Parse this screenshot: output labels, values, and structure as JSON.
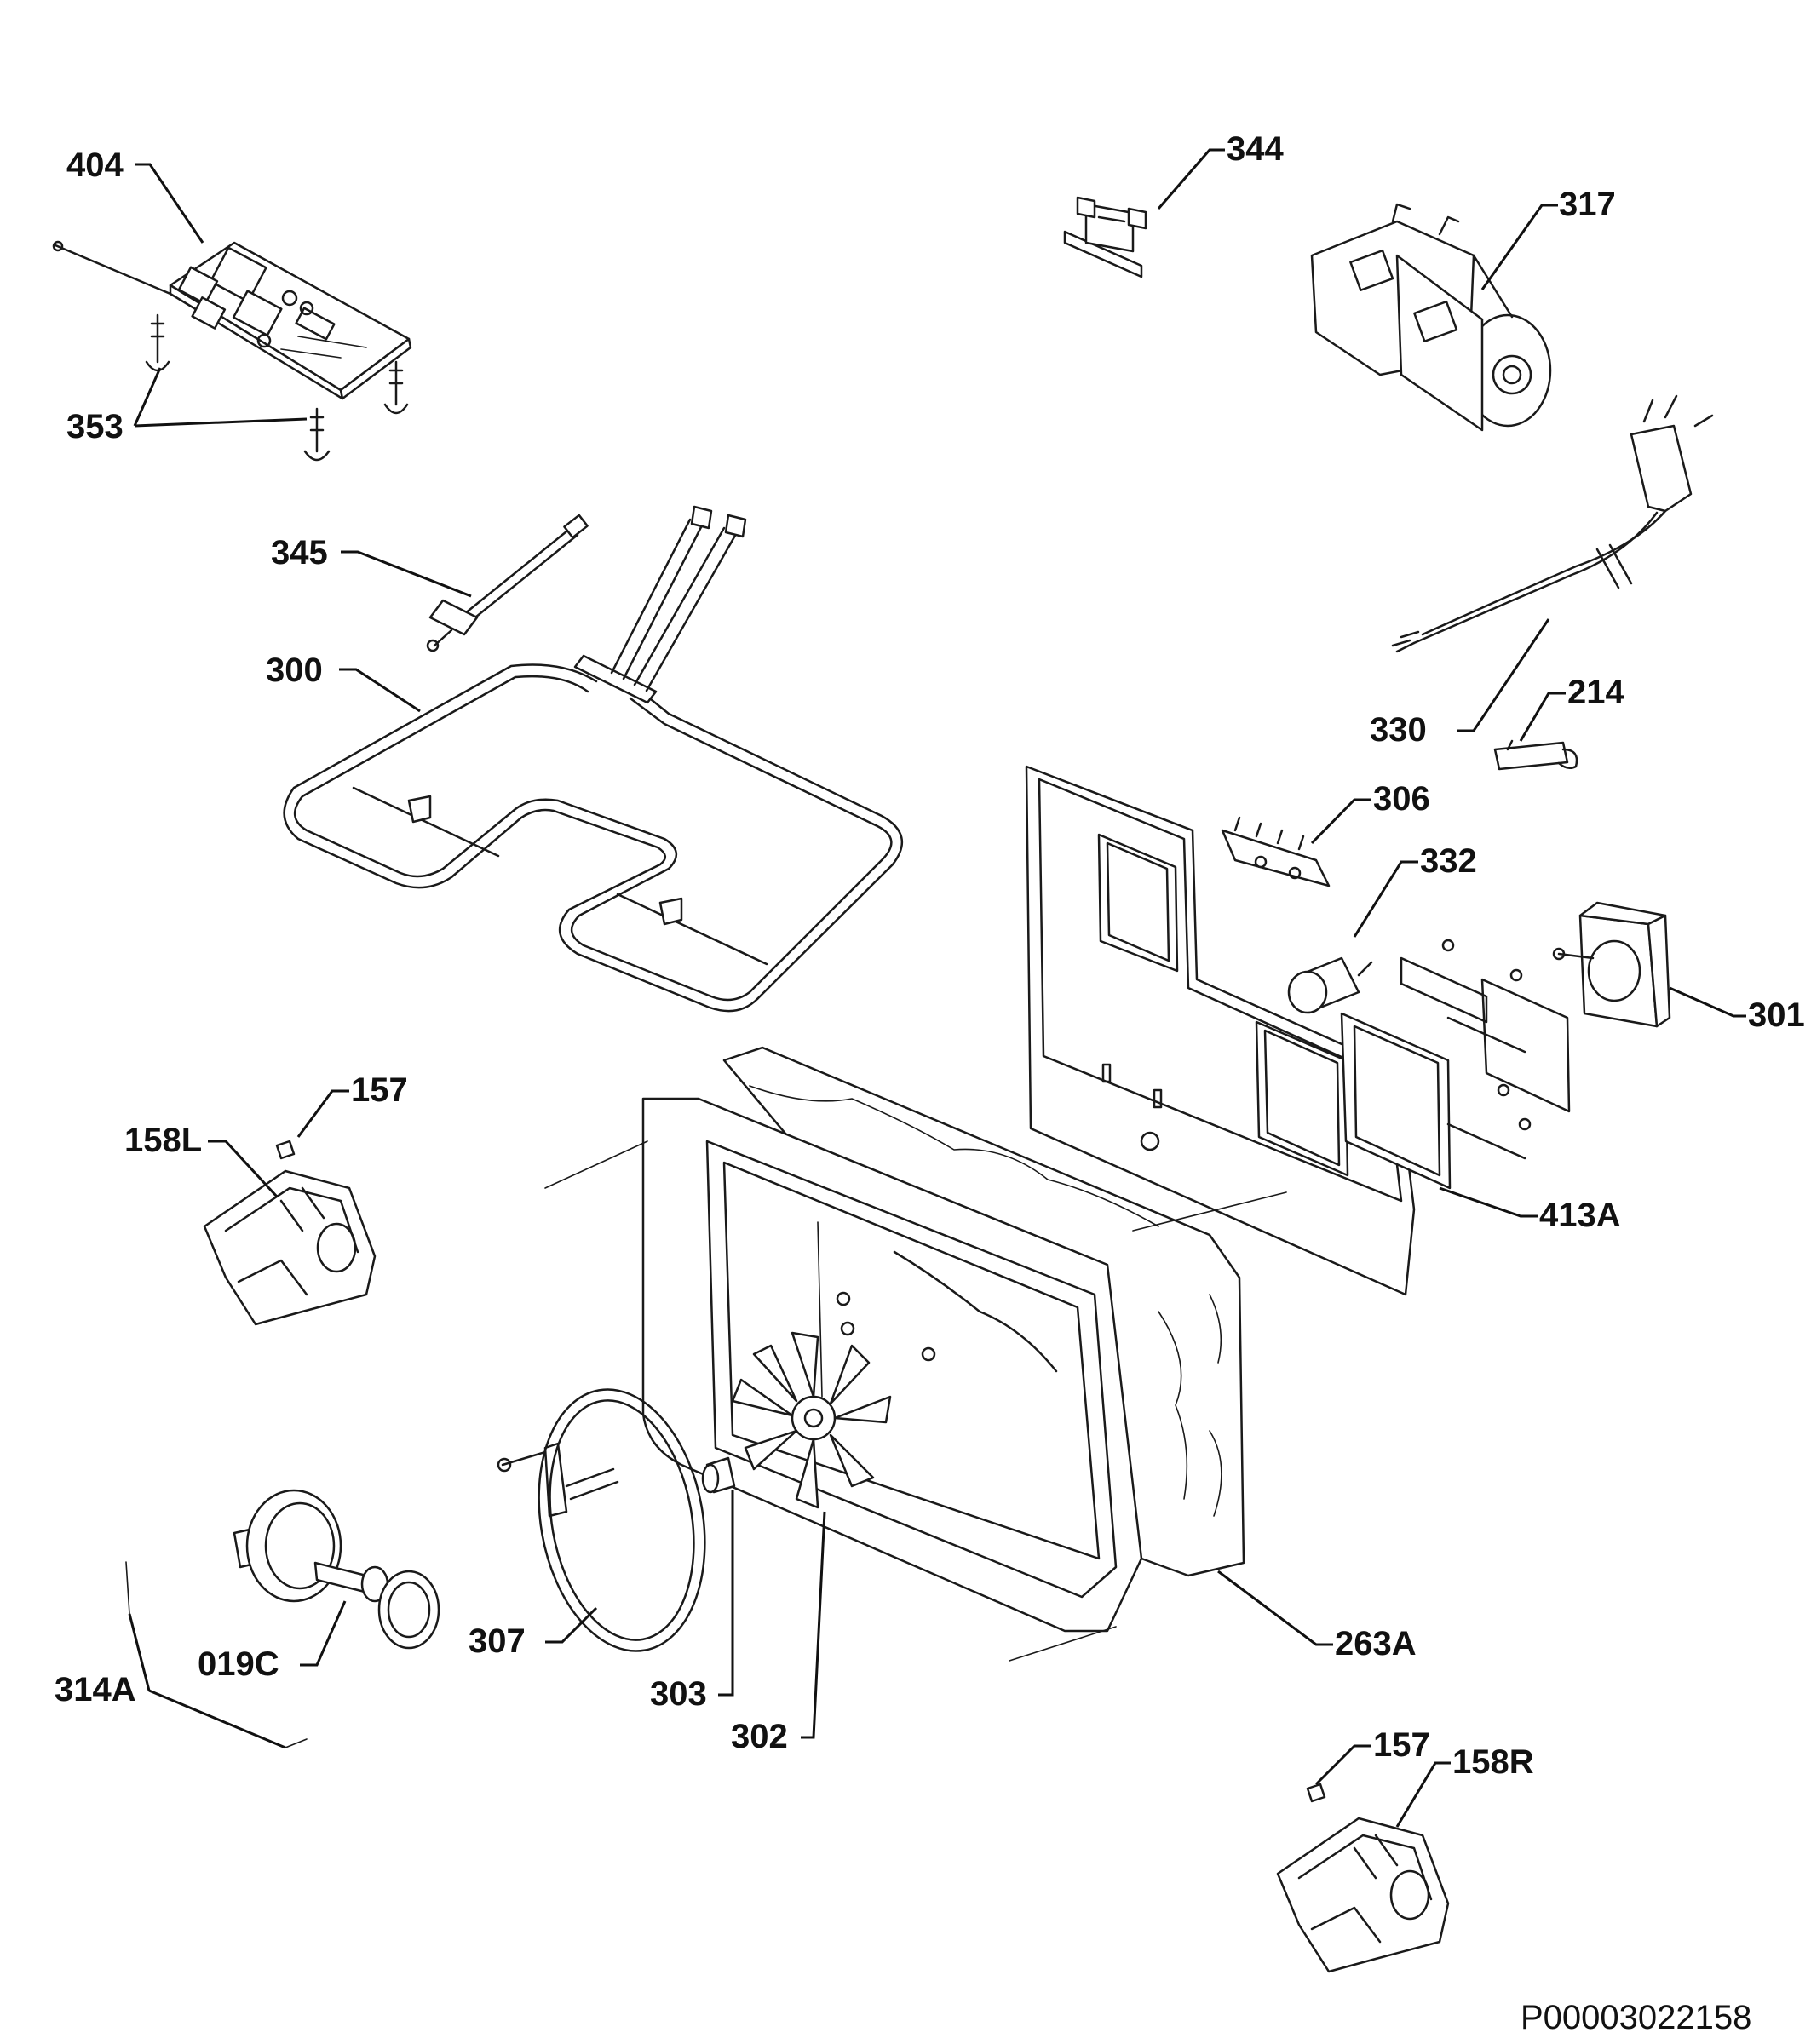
{
  "diagram_code": "P00003022158",
  "labels": [
    "404",
    "353",
    "345",
    "300",
    "344",
    "317",
    "330",
    "214",
    "306",
    "332",
    "301",
    "413A",
    "157",
    "158L",
    "263A",
    "307",
    "303",
    "302",
    "019C",
    "314A",
    "157",
    "158R"
  ]
}
